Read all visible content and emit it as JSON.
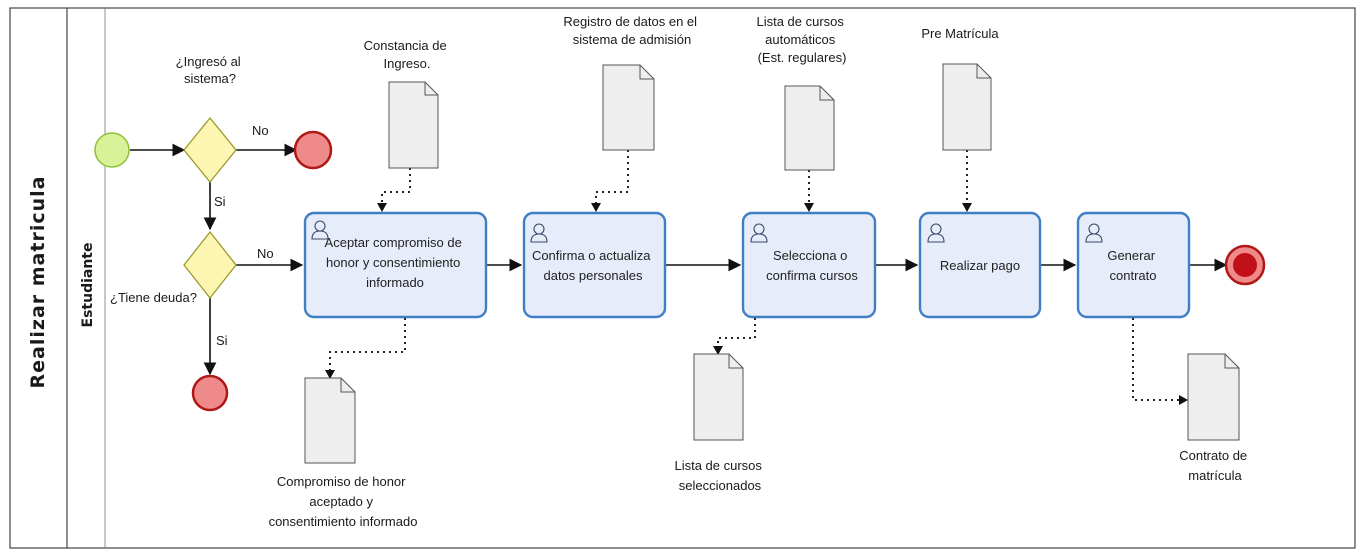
{
  "pool": {
    "title": "Realizar matricula"
  },
  "lane": {
    "title": "Estudiante"
  },
  "gateways": {
    "ingreso": {
      "question_lines": [
        "¿Ingresó al",
        "sistema?"
      ],
      "no_label": "No",
      "si_label": "Si"
    },
    "deuda": {
      "question": "¿Tiene deuda?",
      "no_label": "No",
      "si_label": "Si"
    }
  },
  "tasks": [
    {
      "id": "aceptar",
      "lines": [
        "Aceptar compromiso de",
        "honor y consentimiento",
        "informado"
      ]
    },
    {
      "id": "confirma",
      "lines": [
        "Confirma o actualiza",
        "datos personales"
      ]
    },
    {
      "id": "selecciona",
      "lines": [
        "Selecciona o",
        "confirma cursos"
      ]
    },
    {
      "id": "pago",
      "lines": [
        "Realizar pago"
      ]
    },
    {
      "id": "contrato",
      "lines": [
        "Generar",
        "contrato"
      ]
    }
  ],
  "documents": [
    {
      "id": "constancia",
      "lines": [
        "Constancia de",
        "Ingreso."
      ]
    },
    {
      "id": "registro",
      "lines": [
        "Registro de datos en el",
        "sistema de admisión"
      ]
    },
    {
      "id": "lista_auto",
      "lines": [
        "Lista de cursos",
        "automáticos",
        "(Est. regulares)"
      ]
    },
    {
      "id": "prematricula",
      "lines": [
        "Pre Matrícula"
      ]
    },
    {
      "id": "compromiso",
      "lines": [
        "Compromiso de honor",
        "aceptado y",
        "consentimiento informado"
      ]
    },
    {
      "id": "lista_sel",
      "lines": [
        "Lista de cursos",
        "seleccionados"
      ]
    },
    {
      "id": "contrato_doc",
      "lines": [
        "Contrato de",
        "matrícula"
      ]
    }
  ],
  "colors": {
    "start_event": "#d8f29a",
    "end_event": "#ef8a8a",
    "terminate_event": "#c0101a",
    "task_fill": "#e6ecf9",
    "task_stroke": "#3f7fc4",
    "gateway_fill": "#fdf6b3"
  },
  "icons": {
    "task_icon": "user-icon",
    "document_icon": "document-icon"
  }
}
